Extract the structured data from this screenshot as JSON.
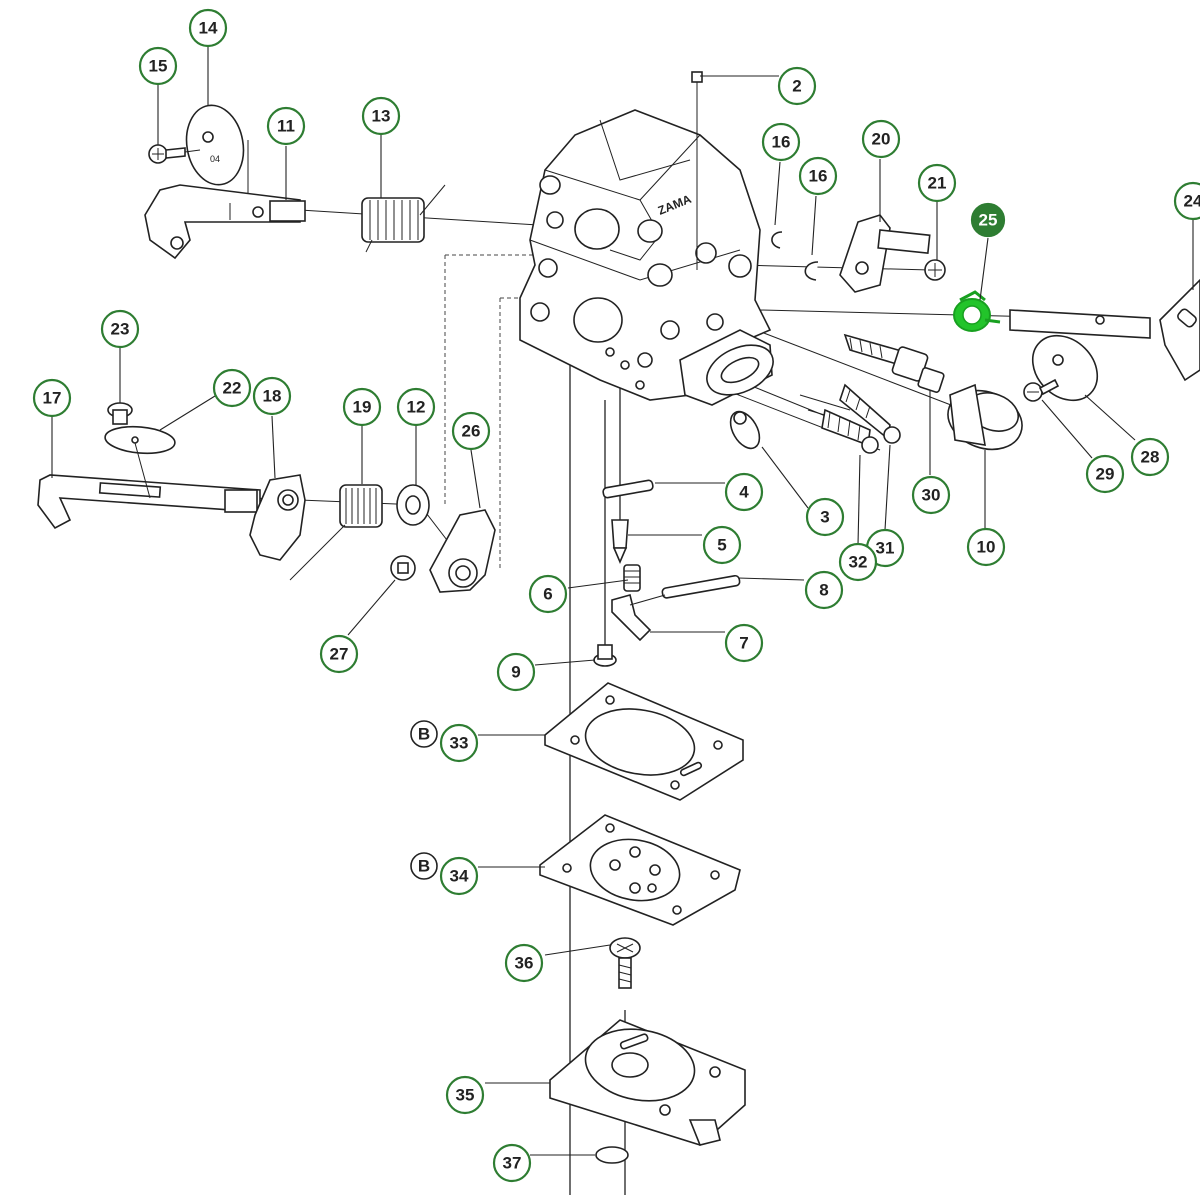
{
  "diagram": {
    "brand_text": "ZAMA",
    "highlight_part": "25",
    "accent_color": "#2e7d32",
    "highlight_color": "#22c42a",
    "callouts": [
      {
        "id": "2",
        "label": "2"
      },
      {
        "id": "3",
        "label": "3"
      },
      {
        "id": "4",
        "label": "4"
      },
      {
        "id": "5",
        "label": "5"
      },
      {
        "id": "6",
        "label": "6"
      },
      {
        "id": "7",
        "label": "7"
      },
      {
        "id": "8",
        "label": "8"
      },
      {
        "id": "9",
        "label": "9"
      },
      {
        "id": "10",
        "label": "10"
      },
      {
        "id": "11",
        "label": "11"
      },
      {
        "id": "12",
        "label": "12"
      },
      {
        "id": "13",
        "label": "13"
      },
      {
        "id": "14",
        "label": "14"
      },
      {
        "id": "15",
        "label": "15"
      },
      {
        "id": "16a",
        "label": "16"
      },
      {
        "id": "16b",
        "label": "16"
      },
      {
        "id": "17",
        "label": "17"
      },
      {
        "id": "18",
        "label": "18"
      },
      {
        "id": "19",
        "label": "19"
      },
      {
        "id": "20",
        "label": "20"
      },
      {
        "id": "21",
        "label": "21"
      },
      {
        "id": "22",
        "label": "22"
      },
      {
        "id": "23",
        "label": "23"
      },
      {
        "id": "24",
        "label": "24"
      },
      {
        "id": "25",
        "label": "25"
      },
      {
        "id": "26",
        "label": "26"
      },
      {
        "id": "27",
        "label": "27"
      },
      {
        "id": "28",
        "label": "28"
      },
      {
        "id": "29",
        "label": "29"
      },
      {
        "id": "30",
        "label": "30"
      },
      {
        "id": "31",
        "label": "31"
      },
      {
        "id": "32",
        "label": "32"
      },
      {
        "id": "33",
        "label": "33"
      },
      {
        "id": "34",
        "label": "34"
      },
      {
        "id": "35",
        "label": "35"
      },
      {
        "id": "36",
        "label": "36"
      },
      {
        "id": "37",
        "label": "37"
      }
    ],
    "markers": [
      {
        "id": "B33",
        "label": "B"
      },
      {
        "id": "B34",
        "label": "B"
      }
    ]
  }
}
